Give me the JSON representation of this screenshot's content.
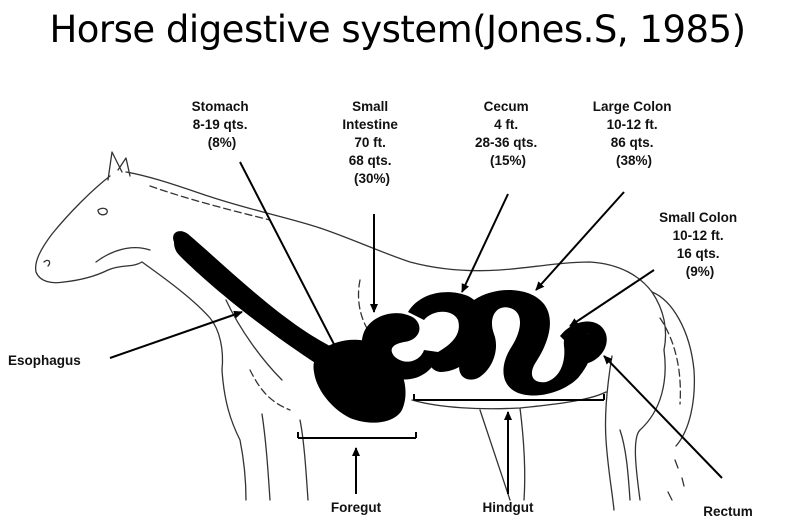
{
  "title": "Horse digestive system(Jones.S, 1985)",
  "labels": {
    "stomach": [
      "Stomach",
      "8-19 qts.",
      "(8%)"
    ],
    "small_intestine": [
      "Small",
      "Intestine",
      "70 ft.",
      "68 qts.",
      "(30%)"
    ],
    "cecum": [
      "Cecum",
      "4 ft.",
      "28-36 qts.",
      "(15%)"
    ],
    "large_colon": [
      "Large Colon",
      "10-12 ft.",
      "86 qts.",
      "(38%)"
    ],
    "small_colon": [
      "Small Colon",
      "10-12 ft.",
      "16 qts.",
      "(9%)"
    ],
    "esophagus": "Esophagus",
    "foregut": "Foregut",
    "hindgut": "Hindgut",
    "rectum": "Rectum"
  }
}
